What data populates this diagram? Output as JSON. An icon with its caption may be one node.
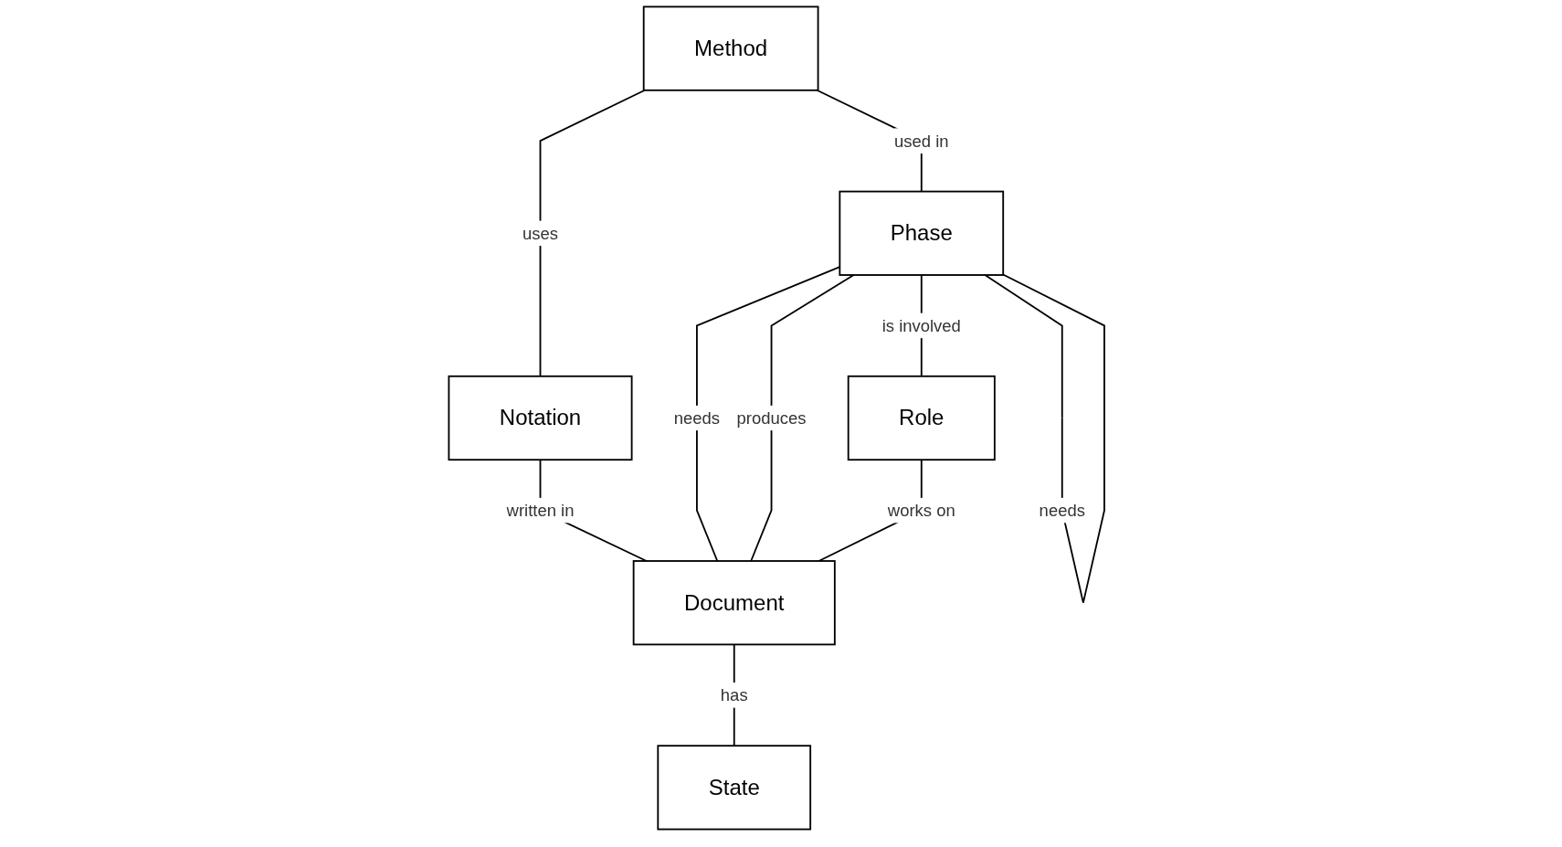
{
  "diagram": {
    "nodes": [
      {
        "text": [
          "Method"
        ]
      },
      {
        "text": [
          "Notation"
        ]
      },
      {
        "text": [
          "Phase"
        ]
      },
      {
        "text": [
          "Document"
        ]
      },
      {
        "text": [
          "State"
        ]
      },
      {
        "text": [
          "Role"
        ]
      }
    ],
    "edges": [
      {
        "from": 0,
        "to": 1,
        "arrow": "none",
        "label": "uses"
      },
      {
        "from": 0,
        "to": 2,
        "arrow": "none",
        "label": "used in"
      },
      {
        "from": 1,
        "to": 3,
        "arrow": "none",
        "label": "written in"
      },
      {
        "from": 2,
        "to": 2,
        "arrow": "none",
        "label": "needs"
      },
      {
        "from": 2,
        "to": 3,
        "arrow": "none",
        "label": "needs"
      },
      {
        "from": 2,
        "to": 3,
        "arrow": "none",
        "label": "produces"
      },
      {
        "from": 3,
        "to": 4,
        "arrow": "none",
        "label": "has"
      },
      {
        "from": 2,
        "to": 5,
        "arrow": "none",
        "label": "is involved"
      },
      {
        "from": 5,
        "to": 3,
        "arrow": "none",
        "label": "works on"
      }
    ]
  }
}
